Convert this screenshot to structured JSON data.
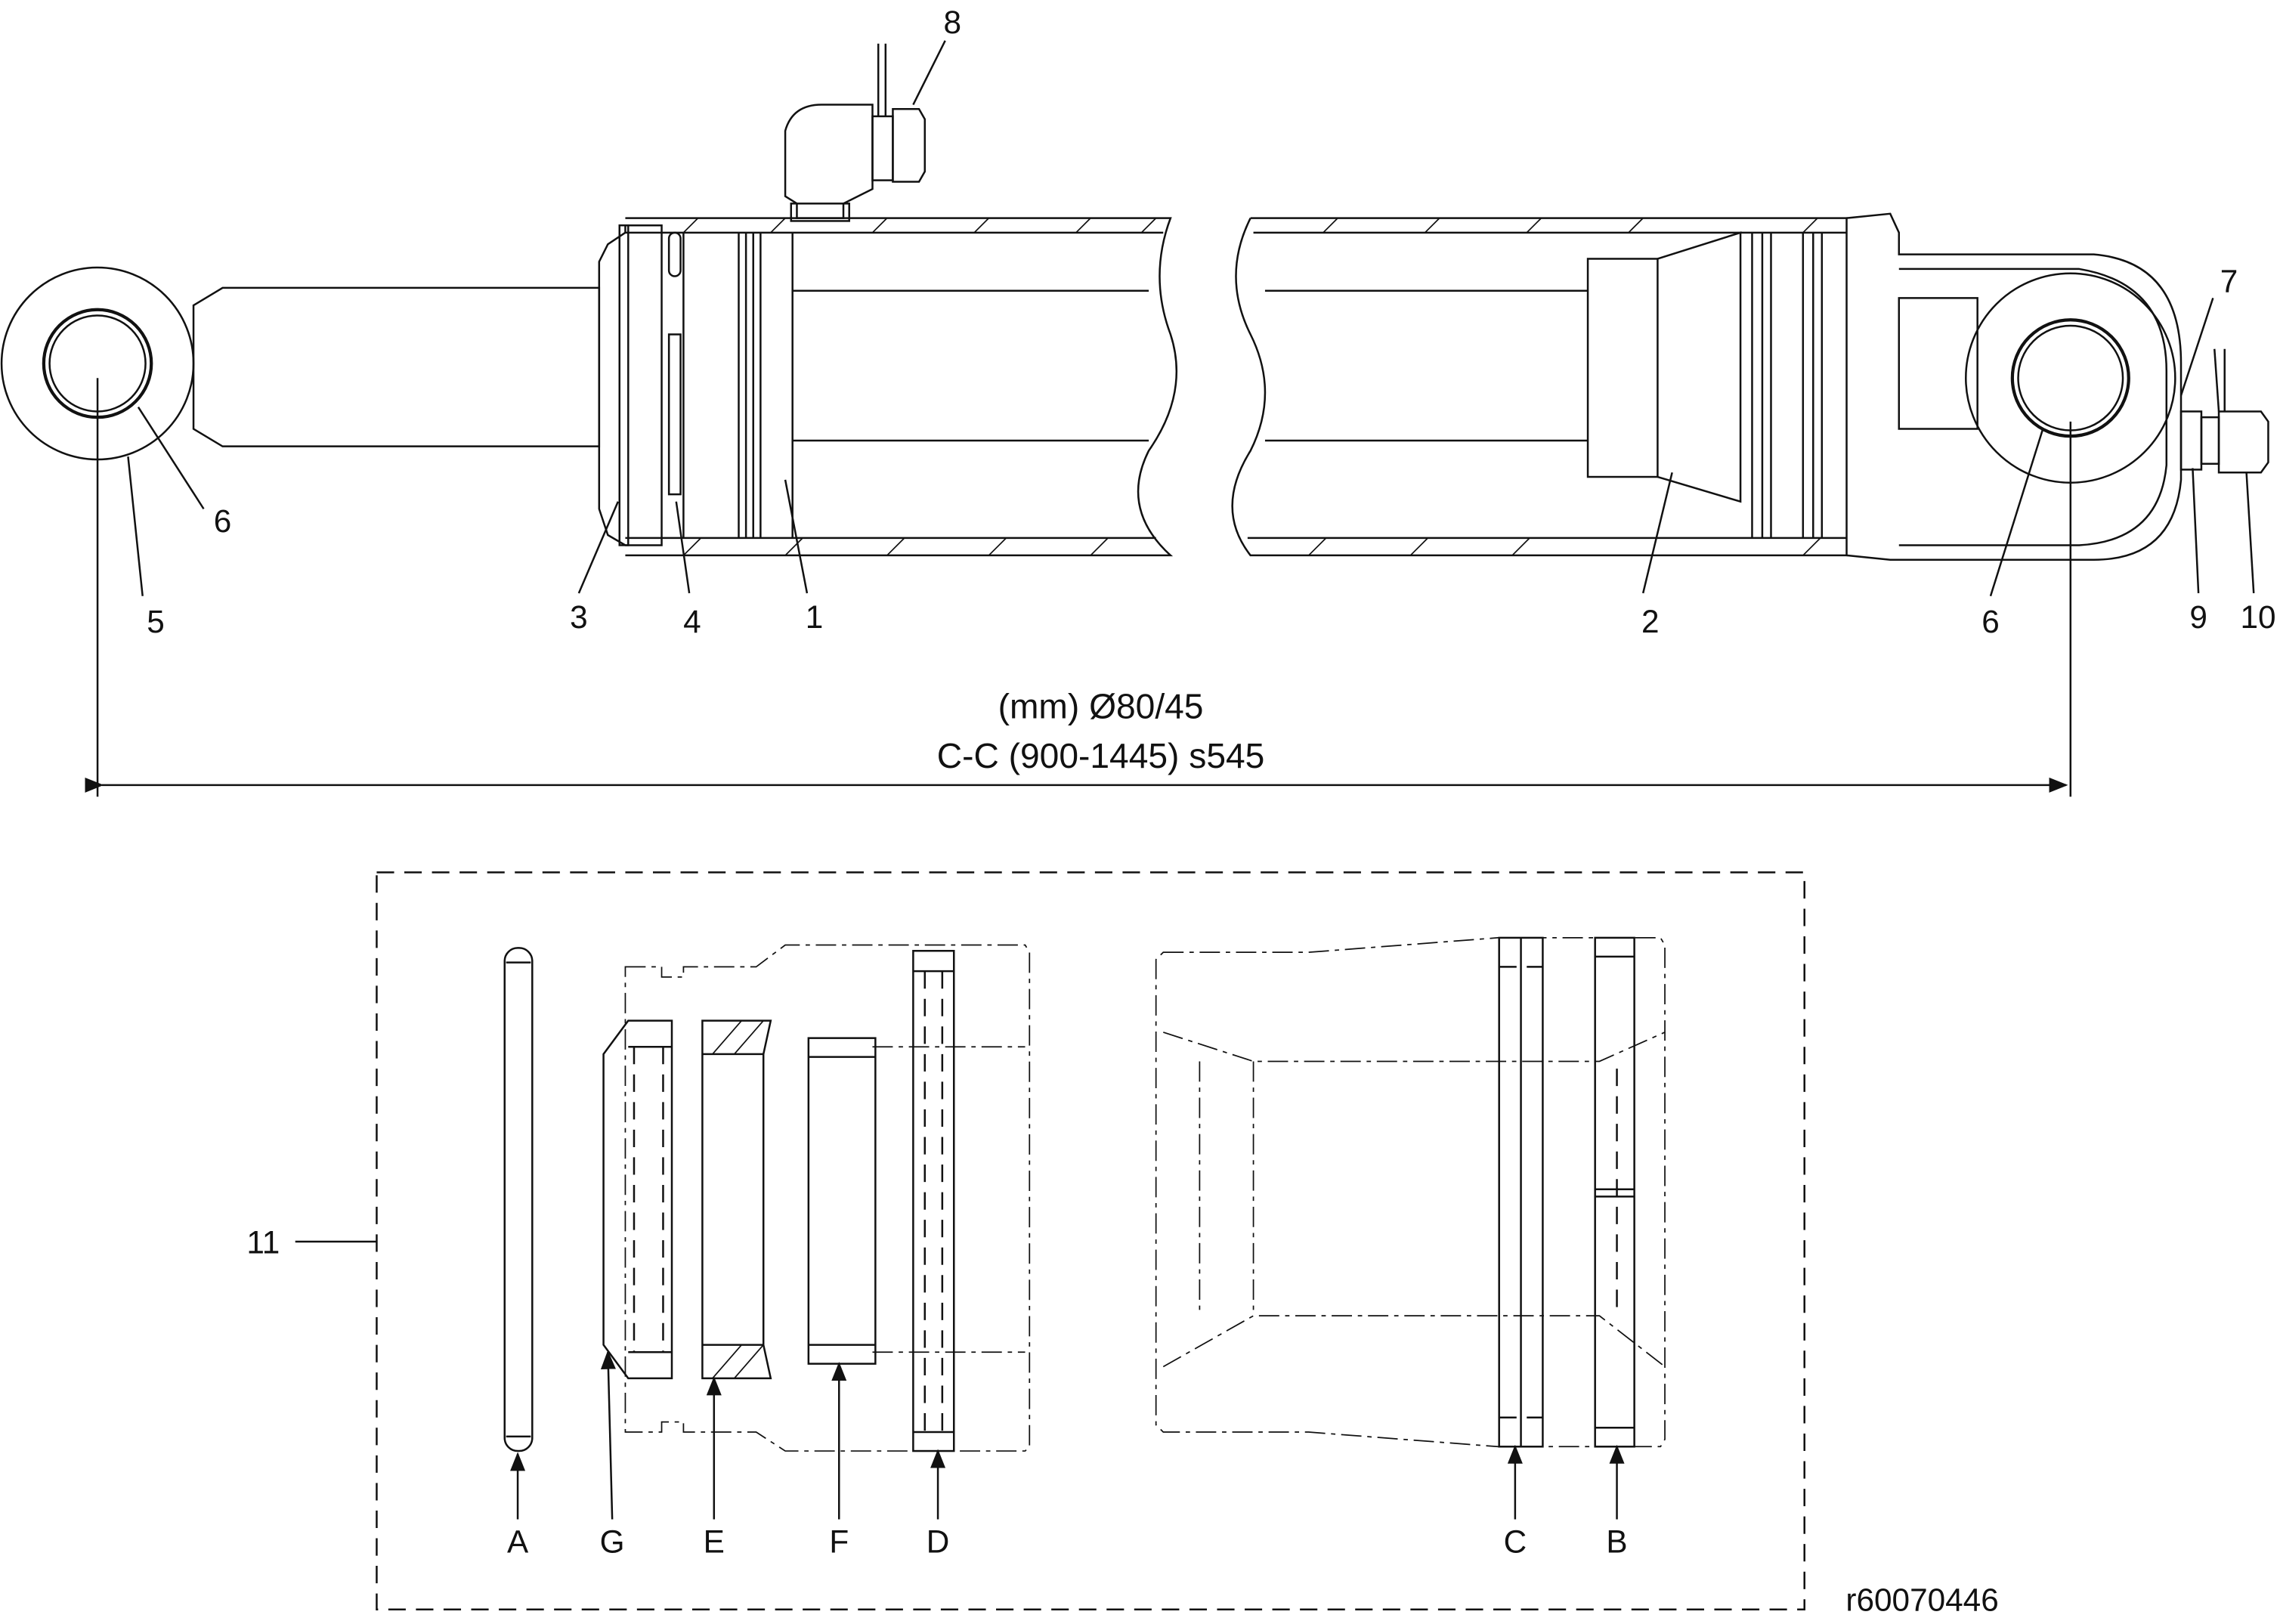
{
  "drawing_id": "r60070446",
  "dimension": {
    "bore_rod": "(mm) Ø80/45",
    "center_to_center": "C-C (900-1445) s545"
  },
  "callouts": {
    "c1": "1",
    "c2": "2",
    "c3": "3",
    "c4": "4",
    "c5": "5",
    "c6a": "6",
    "c6b": "6",
    "c7": "7",
    "c8": "8",
    "c9": "9",
    "c10": "10",
    "c11": "11"
  },
  "seal_kit_letters": {
    "A": "A",
    "G": "G",
    "E": "E",
    "F": "F",
    "D": "D",
    "C": "C",
    "B": "B"
  }
}
